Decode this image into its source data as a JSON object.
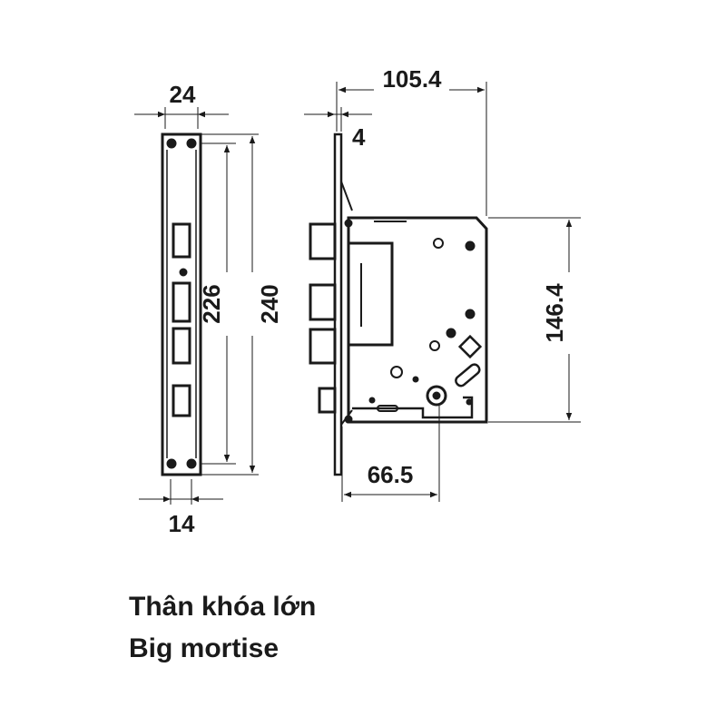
{
  "dimensions": {
    "faceplate_width": "24",
    "faceplate_thickness": "14",
    "hole_spacing": "226",
    "faceplate_height": "240",
    "overall_depth": "105.4",
    "plate_offset": "4",
    "case_height": "146.4",
    "backset": "66.5"
  },
  "caption": {
    "line1": "Thân khóa lớn",
    "line2": "Big mortise"
  },
  "colors": {
    "ink": "#1a1a1a",
    "background": "#ffffff"
  }
}
